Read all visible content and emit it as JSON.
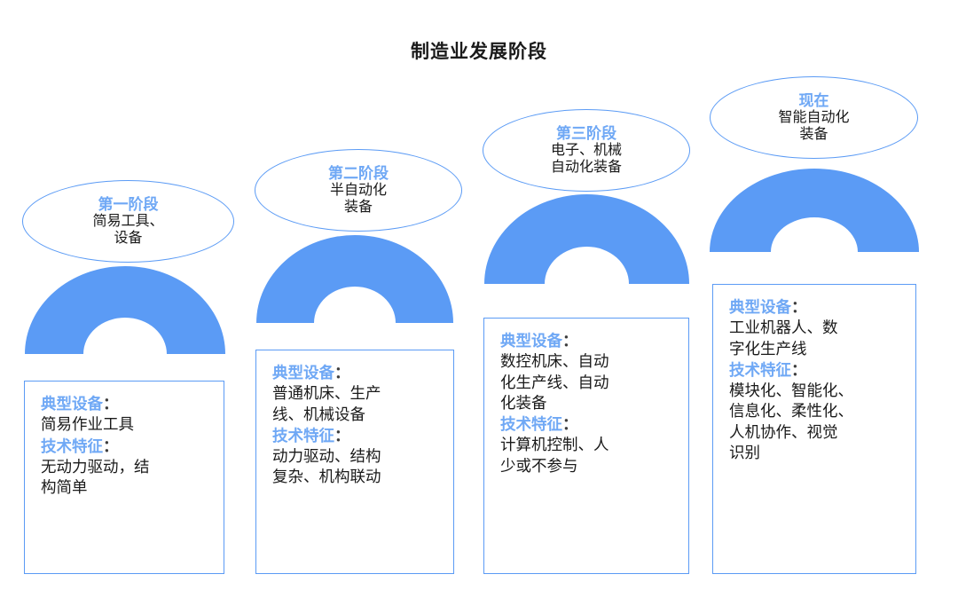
{
  "title": "制造业发展阶段",
  "colors": {
    "arch_fill": "#5B9BF5",
    "outline": "#5B9BF5",
    "label_blue": "#6FA8F5",
    "body_text": "#1a1a1a",
    "title_text": "#1a1a1a",
    "background": "#ffffff"
  },
  "labels": {
    "equipment": "典型设备",
    "features": "技术特征",
    "colon": "："
  },
  "stages": [
    {
      "id": "stage-1",
      "name": "第一阶段",
      "subtitle": "简易工具、\n设备",
      "equipment": "简易作业工具",
      "features": "无动力驱动，结\n构简单"
    },
    {
      "id": "stage-2",
      "name": "第二阶段",
      "subtitle": "半自动化\n装备",
      "equipment": "普通机床、生产\n线、机械设备",
      "features": "动力驱动、结构\n复杂、机构联动"
    },
    {
      "id": "stage-3",
      "name": "第三阶段",
      "subtitle": "电子、机械\n自动化装备",
      "equipment": "数控机床、自动\n化生产线、自动\n化装备",
      "features": "计算机控制、人\n少或不参与"
    },
    {
      "id": "stage-4",
      "name": "现在",
      "subtitle": "智能自动化\n装备",
      "equipment": "工业机器人、数\n字化生产线",
      "features": "模块化、智能化、\n信息化、柔性化、\n人机协作、视觉\n识别"
    }
  ]
}
